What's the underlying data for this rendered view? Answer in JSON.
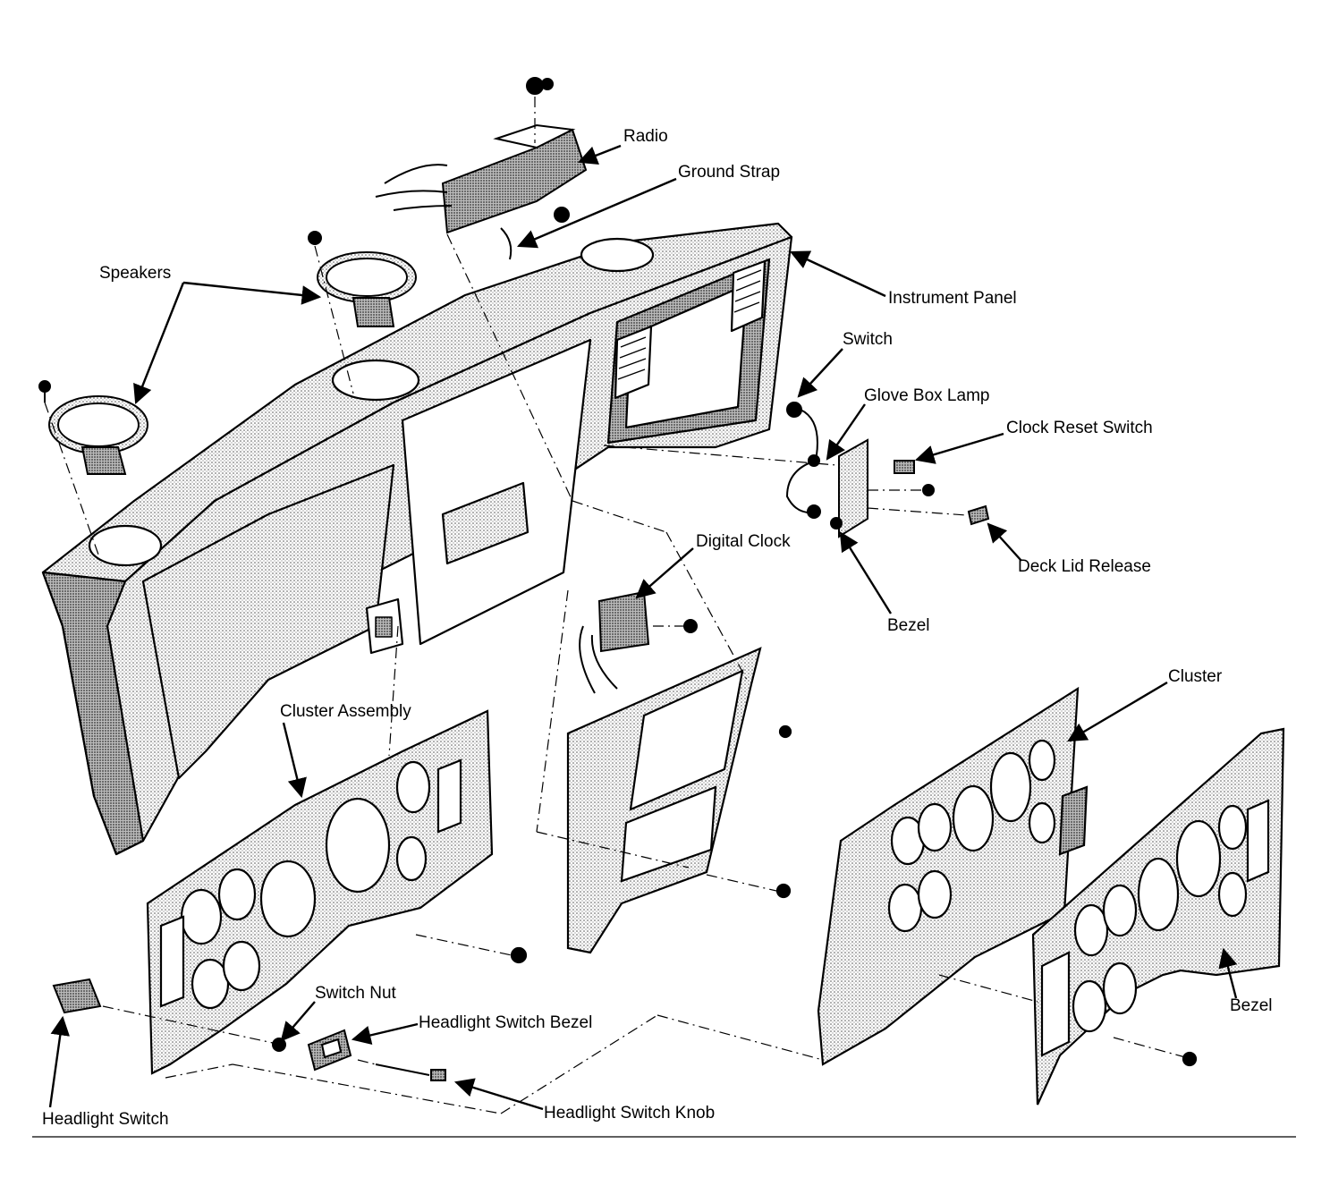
{
  "diagram": {
    "labels": {
      "radio": "Radio",
      "ground_strap": "Ground Strap",
      "speakers": "Speakers",
      "instrument_panel": "Instrument Panel",
      "switch": "Switch",
      "glove_box_lamp": "Glove Box Lamp",
      "clock_reset_switch": "Clock Reset Switch",
      "deck_lid_release": "Deck Lid Release",
      "bezel_small": "Bezel",
      "digital_clock": "Digital Clock",
      "cluster": "Cluster",
      "cluster_assembly": "Cluster Assembly",
      "switch_nut": "Switch Nut",
      "headlight_switch_bezel": "Headlight Switch Bezel",
      "headlight_switch_knob": "Headlight Switch Knob",
      "headlight_switch": "Headlight Switch",
      "bezel_large": "Bezel"
    },
    "colors": {
      "ink": "#000000",
      "shade": "#9a9a9a",
      "paper": "#ffffff"
    }
  }
}
